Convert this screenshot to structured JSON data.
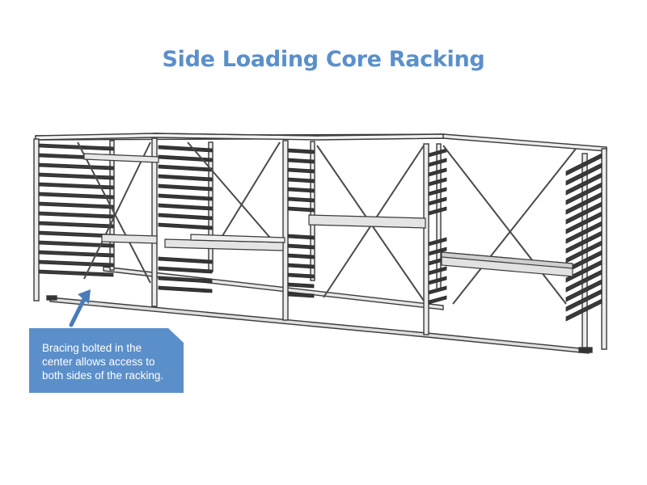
{
  "title": "Side Loading Core Racking",
  "callout": {
    "lines": [
      "Bracing bolted in the",
      "center allows access to",
      "both sides of the racking."
    ]
  },
  "colors": {
    "title": "#5b8fca",
    "callout_fill": "#5b8fca",
    "frame_stroke": "#3a3a3a",
    "frame_fill": "#e9e9e9",
    "slat_dark": "#2f2f2f"
  }
}
